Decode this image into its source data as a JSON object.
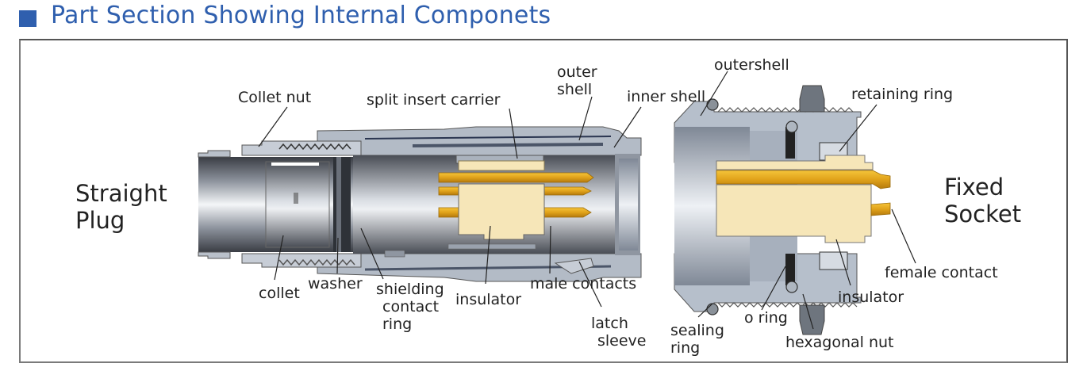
{
  "title": "Part Section Showing Internal Componets",
  "colors": {
    "title_blue": "#2f5fae",
    "metal_grey": "#9aa5b4",
    "contact_gold": "#e0a21a",
    "insulator_cream": "#f6e6b8"
  },
  "plug": {
    "name_line1": "Straight",
    "name_line2": "Plug",
    "labels": {
      "collet_nut": "Collet nut",
      "split_insert_carrier": "split insert carrier",
      "outer_shell_line1": "outer",
      "outer_shell_line2": "shell",
      "inner_shell": "inner shell",
      "collet": "collet",
      "washer": "washer",
      "shielding_line1": "shielding",
      "shielding_line2": "contact",
      "shielding_line3": "ring",
      "insulator": "insulator",
      "male_contacts": "male contacts",
      "latch_line1": "latch",
      "latch_line2": "sleeve"
    }
  },
  "socket": {
    "name_line1": "Fixed",
    "name_line2": "Socket",
    "labels": {
      "outershell": "outershell",
      "retaining_ring": "retaining ring",
      "female_contact": "female contact",
      "insulator": "insulator",
      "o_ring": "o ring",
      "sealing_line1": "sealing",
      "sealing_line2": "ring",
      "hexagonal_nut": "hexagonal nut"
    }
  }
}
